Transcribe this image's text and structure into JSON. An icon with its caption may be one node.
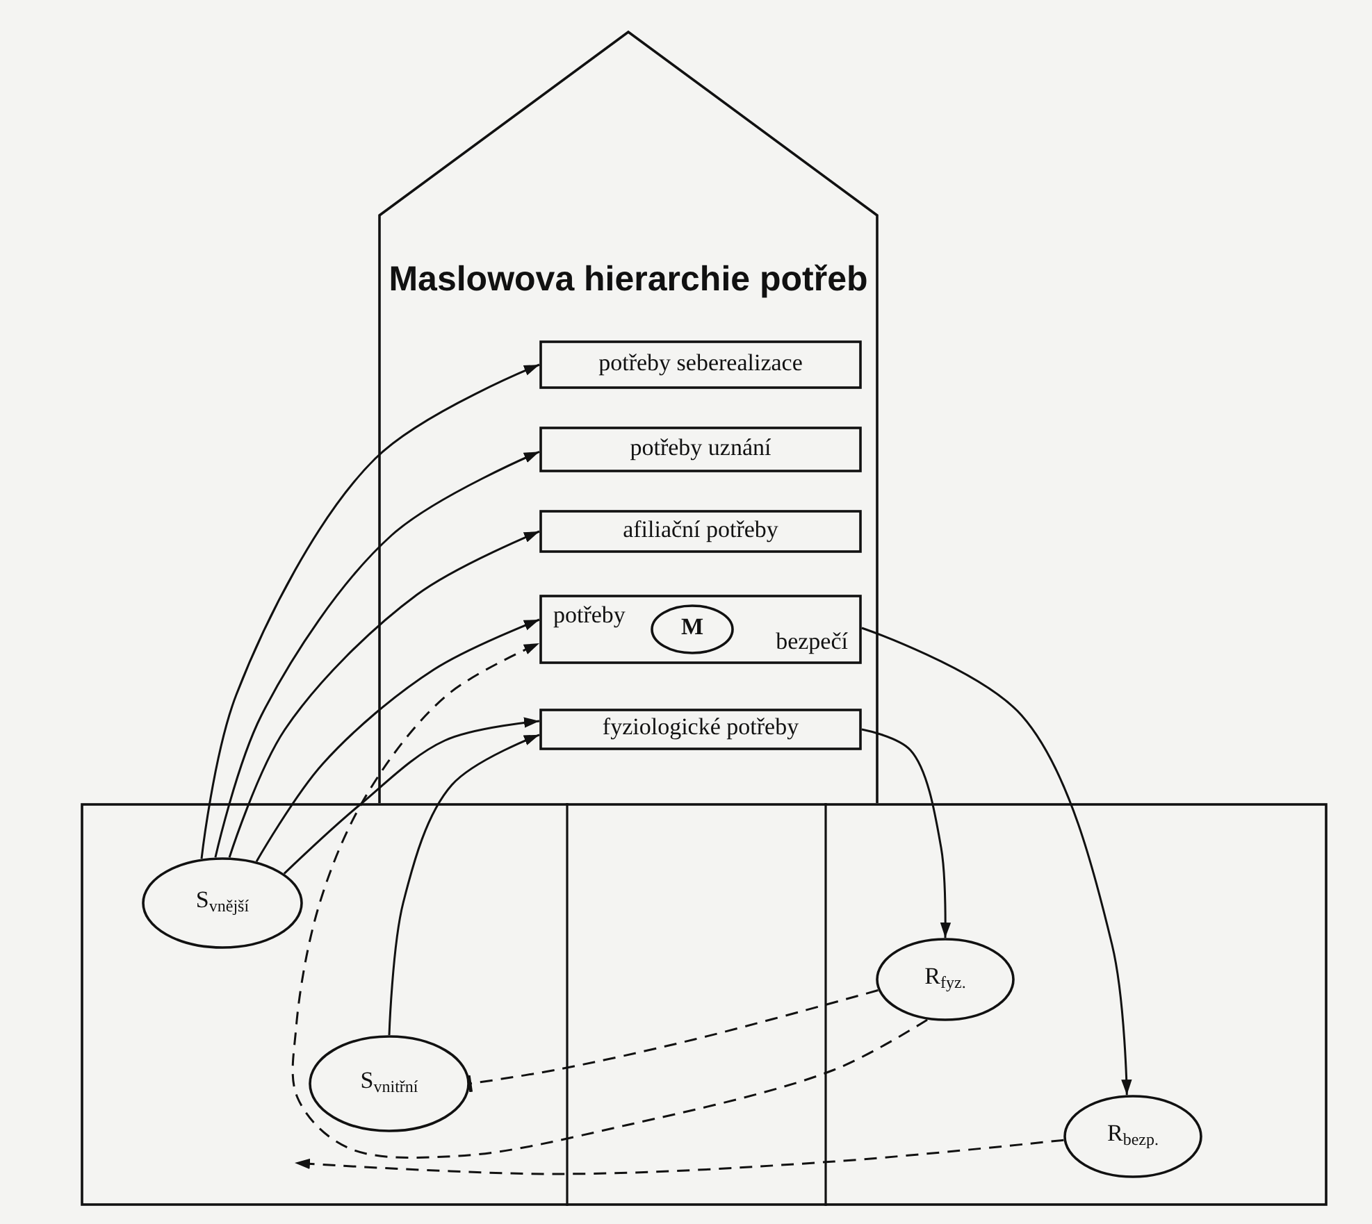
{
  "diagram": {
    "nodes": [
      {
        "text": [
          "Maslowova hierarchie potřeb"
        ]
      },
      {
        "text": [
          "potřeby seberealizace"
        ],
        "in": 0
      },
      {
        "text": [
          "potřeby uznání"
        ],
        "in": 0
      },
      {
        "text": [
          "afiliační potřeby"
        ],
        "in": 0
      },
      {
        "text": [
          "potřeby",
          "bezpečí"
        ],
        "in": 0
      },
      {
        "text": [
          "M"
        ],
        "in": 4
      },
      {
        "text": [
          "fyziologické potřeby"
        ],
        "in": 0
      },
      {
        "text": [],
        "shape": "box"
      },
      {
        "text": [
          "S$_{vnější}$"
        ],
        "in": 7
      },
      {
        "text": [
          "S$_{vnitřní}$"
        ],
        "in": 7
      },
      {
        "text": [
          "R$_{fyz.}$"
        ],
        "in": 7
      },
      {
        "text": [
          "R$_{bezp.}$"
        ],
        "in": 7
      }
    ],
    "edges": [
      {
        "from": 8,
        "to": 1,
        "arrow": "to"
      },
      {
        "from": 8,
        "to": 2,
        "arrow": "to"
      },
      {
        "from": 8,
        "to": 3,
        "arrow": "to"
      },
      {
        "from": 8,
        "to": 4,
        "arrow": "to"
      },
      {
        "from": 8,
        "to": 6,
        "arrow": "to"
      },
      {
        "from": 10,
        "to": 4,
        "arrow": "to",
        "style": "dashed"
      },
      {
        "from": 9,
        "to": 6,
        "arrow": "to"
      },
      {
        "from": 10,
        "to": 9,
        "arrow": "other",
        "style": "dashed"
      },
      {
        "from": 11,
        "to": null,
        "arrow": "to",
        "style": "dashed"
      },
      {
        "from": 6,
        "to": 10,
        "arrow": "to"
      },
      {
        "from": 4,
        "to": 11,
        "arrow": "to"
      }
    ]
  }
}
